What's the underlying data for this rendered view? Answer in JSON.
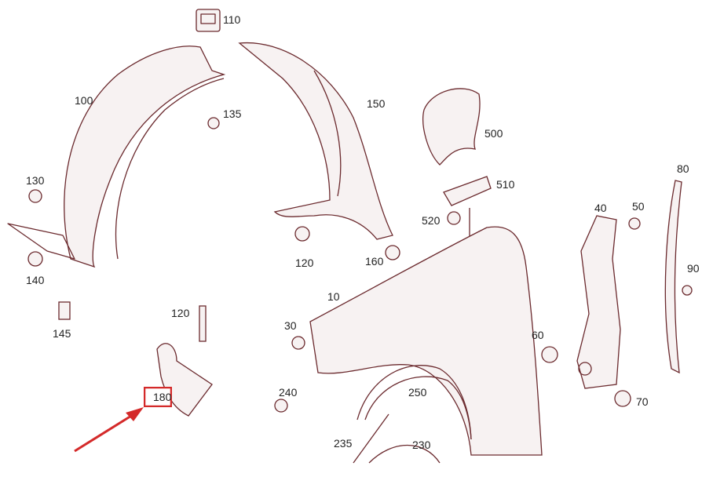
{
  "diagram": {
    "labels": [
      "110",
      "100",
      "135",
      "150",
      "500",
      "130",
      "510",
      "80",
      "40",
      "50",
      "520",
      "120",
      "160",
      "140",
      "90",
      "10",
      "145",
      "120",
      "30",
      "60",
      "180",
      "240",
      "250",
      "70",
      "235",
      "230"
    ],
    "highlight": {
      "label": "180",
      "color": "#d42a2a"
    },
    "line_color": "#6b2a2e"
  }
}
